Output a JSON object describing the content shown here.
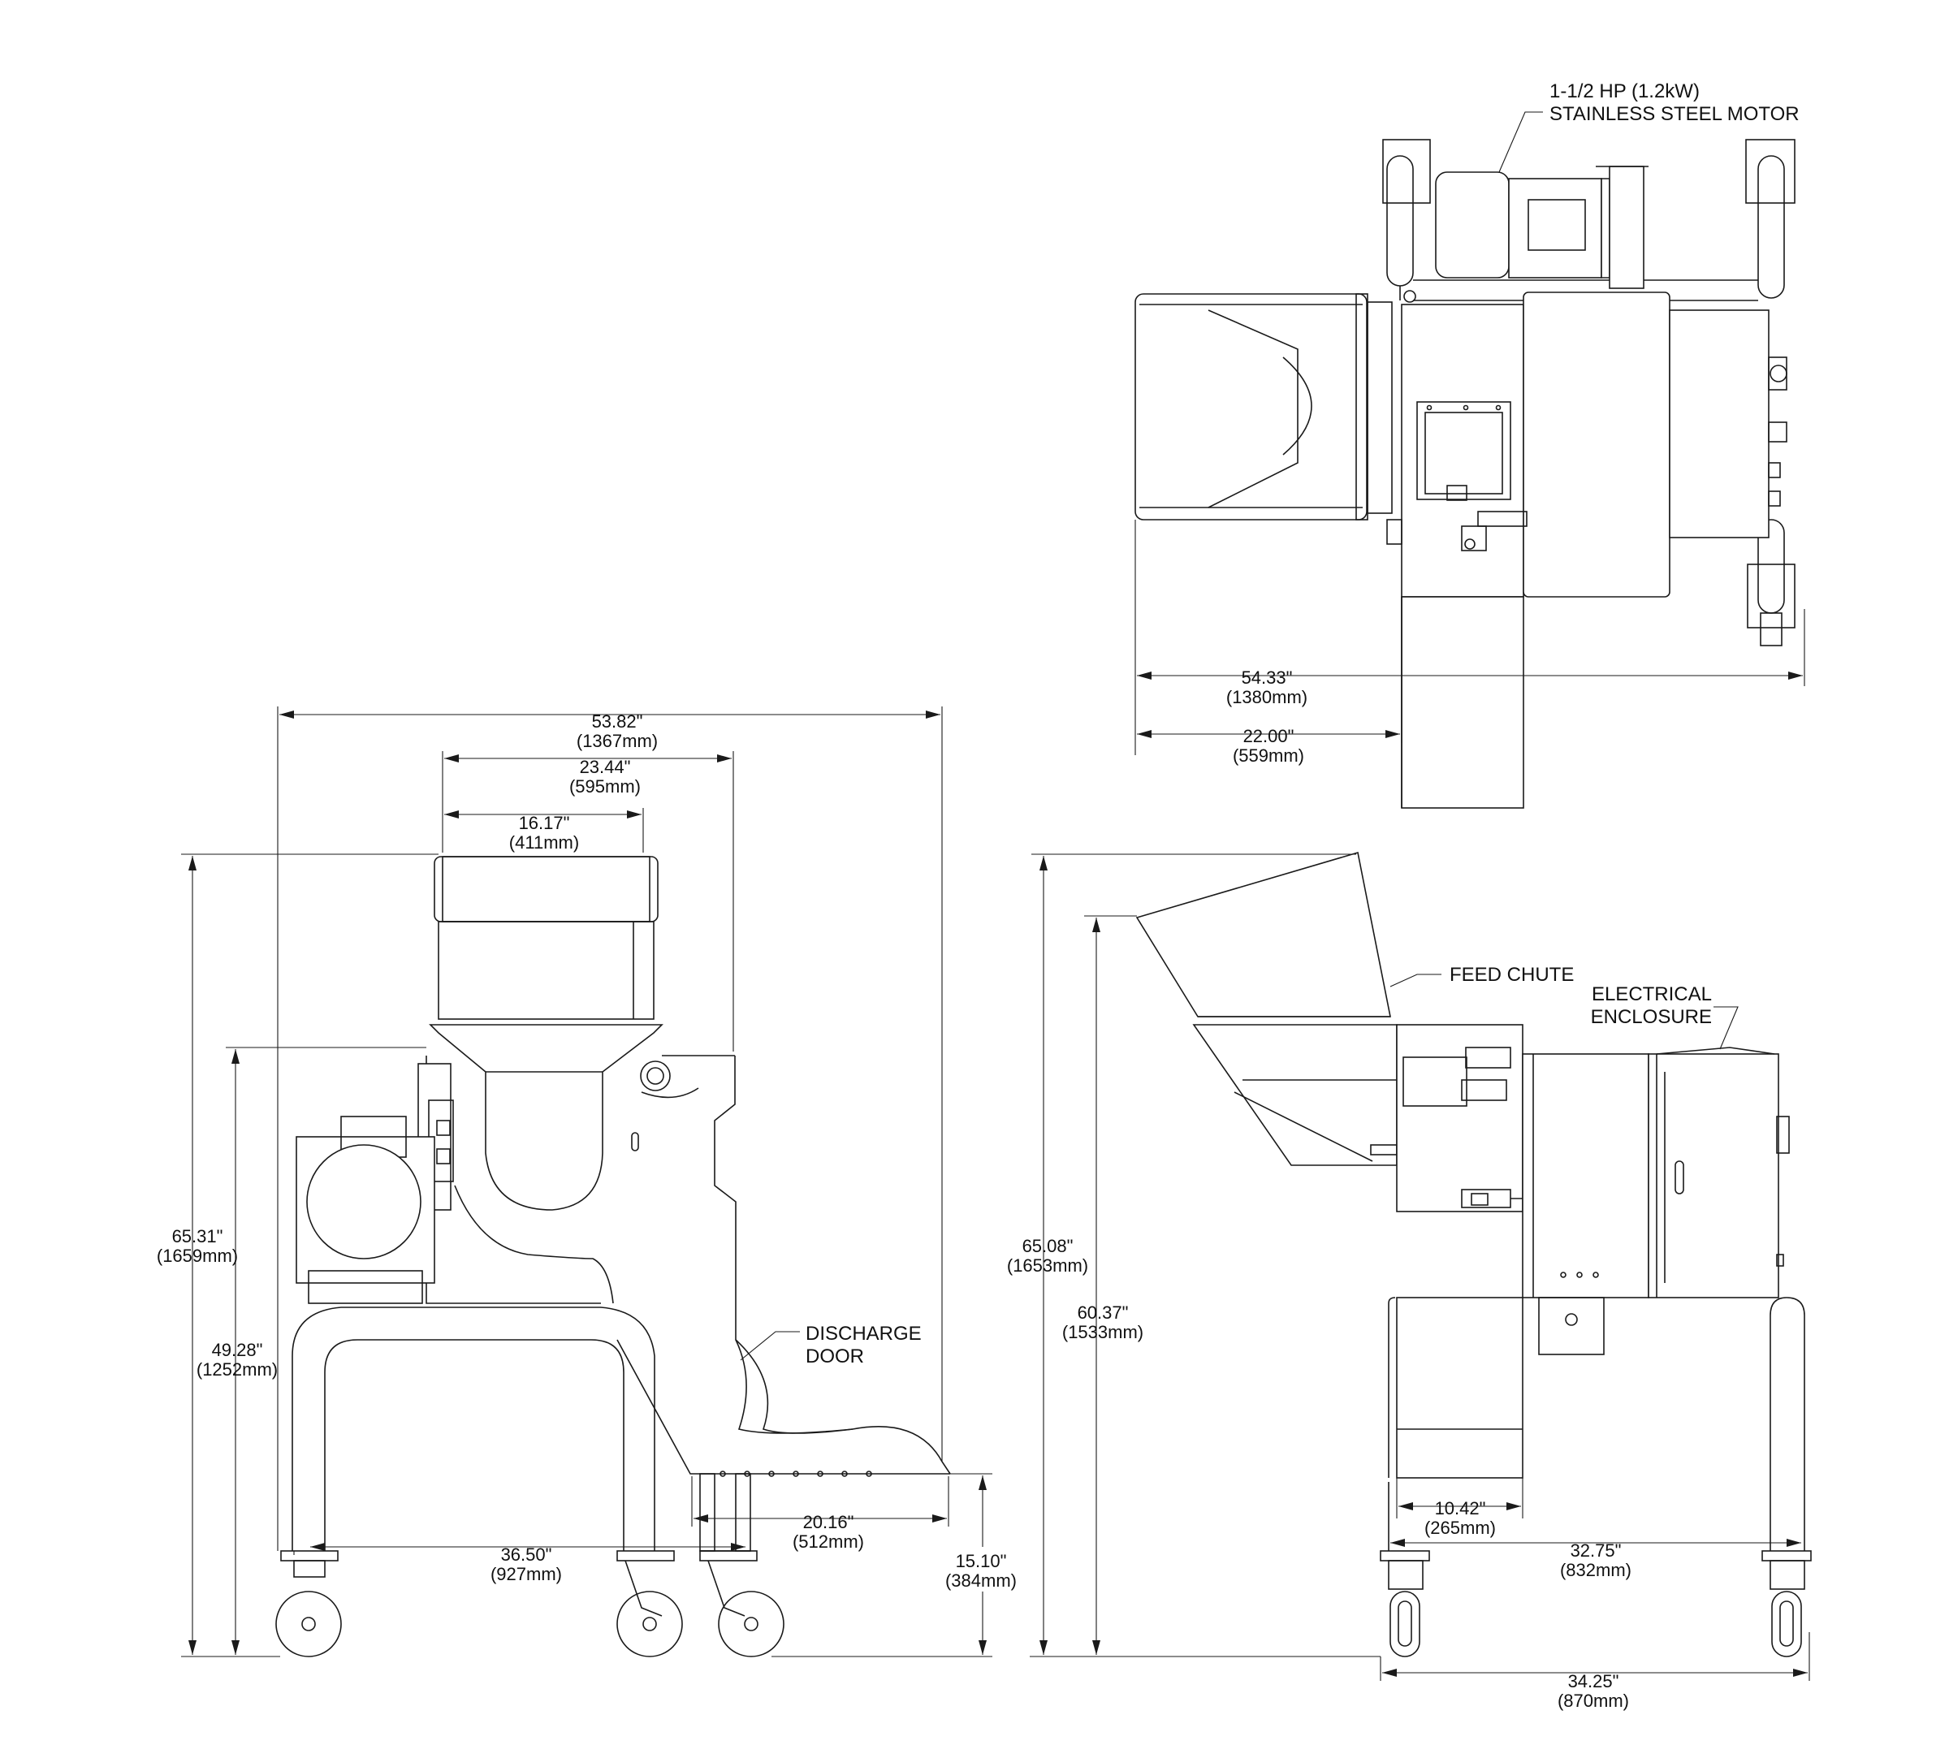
{
  "top_view": {
    "motor_label_line1": "1-1/2 HP (1.2kW)",
    "motor_label_line2": "STAINLESS STEEL MOTOR",
    "dim_overall": "54.33\"",
    "dim_overall_mm": "(1380mm)",
    "dim_chute": "22.00\"",
    "dim_chute_mm": "(559mm)"
  },
  "front_view": {
    "dim_width": "53.82\"",
    "dim_width_mm": "(1367mm)",
    "dim_hopper_outer": "23.44\"",
    "dim_hopper_outer_mm": "(595mm)",
    "dim_hopper_inner": "16.17\"",
    "dim_hopper_inner_mm": "(411mm)",
    "dim_height": "65.31\"",
    "dim_height_mm": "(1659mm)",
    "dim_mid_height": "49.28\"",
    "dim_mid_height_mm": "(1252mm)",
    "dim_wheelbase": "36.50\"",
    "dim_wheelbase_mm": "(927mm)",
    "dim_discharge": "20.16\"",
    "dim_discharge_mm": "(512mm)",
    "dim_discharge_height": "15.10\"",
    "dim_discharge_height_mm": "(384mm)",
    "discharge_label_line1": "DISCHARGE",
    "discharge_label_line2": "DOOR"
  },
  "side_view": {
    "feed_chute_label": "FEED CHUTE",
    "enclosure_label_line1": "ELECTRICAL",
    "enclosure_label_line2": "ENCLOSURE",
    "dim_height": "65.08\"",
    "dim_height_mm": "(1653mm)",
    "dim_chute_height": "60.37\"",
    "dim_chute_height_mm": "(1533mm)",
    "dim_discharge_width": "10.42\"",
    "dim_discharge_width_mm": "(265mm)",
    "dim_leg_span": "32.75\"",
    "dim_leg_span_mm": "(832mm)",
    "dim_overall_depth": "34.25\"",
    "dim_overall_depth_mm": "(870mm)"
  }
}
